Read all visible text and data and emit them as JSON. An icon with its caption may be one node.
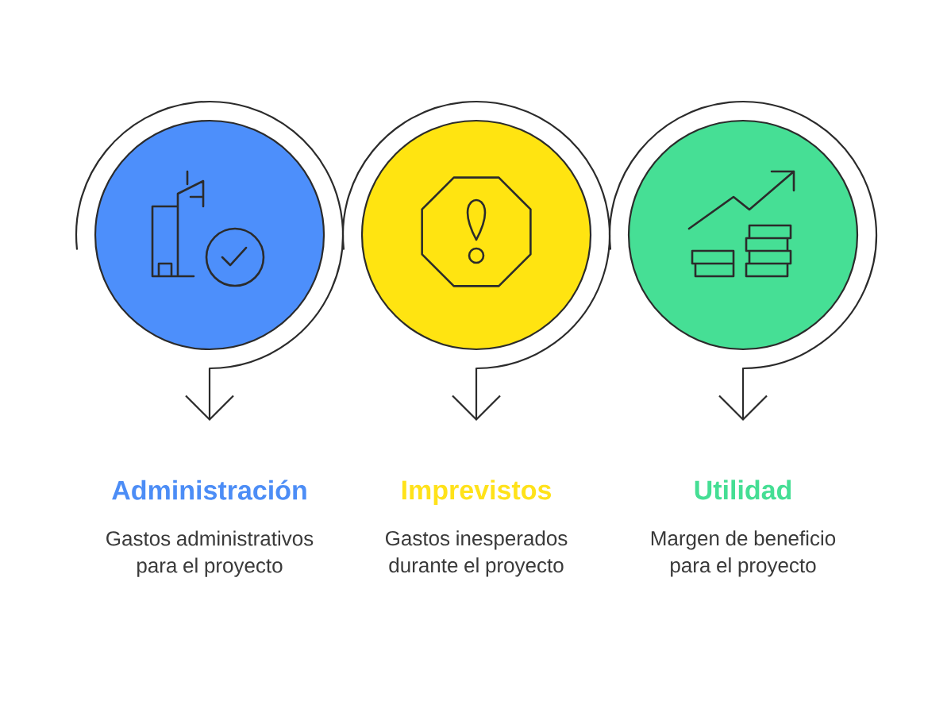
{
  "diagram": {
    "nodes": [
      {
        "text": [],
        "shape": "circle"
      },
      {
        "text": [],
        "shape": "circle"
      },
      {
        "text": [],
        "shape": "circle"
      },
      {
        "text": [
          "Administración",
          "Gastos administrativos para el proyecto"
        ]
      },
      {
        "text": [
          "Imprevistos",
          "Gastos inesperados durante el proyecto"
        ]
      },
      {
        "text": [
          "Utilidad",
          "Margen de beneficio para el proyecto"
        ]
      }
    ],
    "edges": [
      {
        "from": 0,
        "to": 3,
        "arrow": "to"
      },
      {
        "from": 1,
        "to": 4,
        "arrow": "to"
      },
      {
        "from": 2,
        "to": 5,
        "arrow": "to"
      }
    ]
  }
}
